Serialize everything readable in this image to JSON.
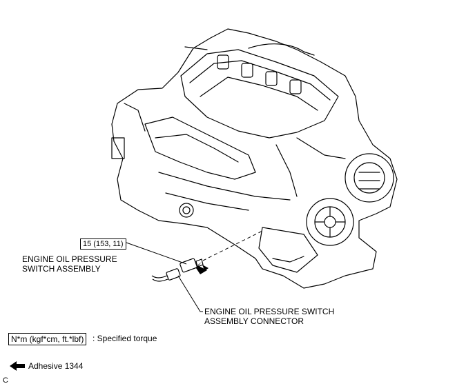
{
  "torque_callout": "15 (153, 11)",
  "labels": {
    "switch_assembly_line1": "ENGINE OIL PRESSURE",
    "switch_assembly_line2": "SWITCH ASSEMBLY",
    "connector_line1": "ENGINE OIL PRESSURE SWITCH",
    "connector_line2": "ASSEMBLY CONNECTOR"
  },
  "legend": {
    "torque_units": "N*m (kgf*cm, ft.*lbf)",
    "torque_desc": ": Specified torque",
    "adhesive_label": "Adhesive 1344"
  },
  "corner_code": "C"
}
